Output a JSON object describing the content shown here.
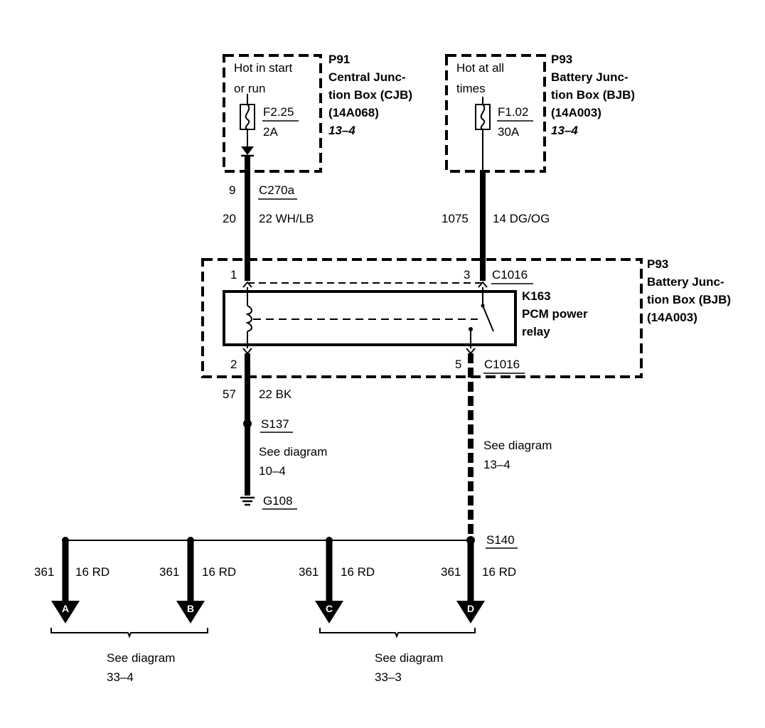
{
  "box_p91": {
    "id": "P91",
    "name_line1": "Central Junc-",
    "name_line2": "tion Box (CJB)",
    "part": "(14A068)",
    "ref": "13–4",
    "note_line1": "Hot in start",
    "note_line2": "or run",
    "fuse_id": "F2.25",
    "fuse_rating": "2A"
  },
  "box_p93_top": {
    "id": "P93",
    "name_line1": "Battery Junc-",
    "name_line2": "tion Box (BJB)",
    "part": "(14A003)",
    "ref": "13–4",
    "note_line1": "Hot at all",
    "note_line2": "times",
    "fuse_id": "F1.02",
    "fuse_rating": "30A"
  },
  "box_p93_relay": {
    "id": "P93",
    "name_line1": "Battery Junc-",
    "name_line2": "tion Box (BJB)",
    "part": "(14A003)"
  },
  "relay": {
    "id": "K163",
    "name_line1": "PCM power",
    "name_line2": "relay",
    "connector_top": "C1016",
    "connector_bottom": "C1016",
    "pin1": "1",
    "pin2": "2",
    "pin3": "3",
    "pin5": "5"
  },
  "wires": {
    "left_top": {
      "connector": "C270a",
      "pin": "9",
      "circuit": "20",
      "gauge_color": "22 WH/LB"
    },
    "right_top": {
      "circuit": "1075",
      "gauge_color": "14 DG/OG"
    },
    "left_bottom": {
      "circuit": "57",
      "gauge_color": "22 BK"
    },
    "branches": [
      {
        "circuit": "361",
        "gauge_color": "16 RD",
        "tag": "A"
      },
      {
        "circuit": "361",
        "gauge_color": "16 RD",
        "tag": "B"
      },
      {
        "circuit": "361",
        "gauge_color": "16 RD",
        "tag": "C"
      },
      {
        "circuit": "361",
        "gauge_color": "16 RD",
        "tag": "D"
      }
    ]
  },
  "splices": {
    "s137": "S137",
    "s140": "S140",
    "ground": "G108"
  },
  "see_diagrams": {
    "ground_line1": "See diagram",
    "ground_line2": "10–4",
    "right_line1": "See diagram",
    "right_line2": "13–4",
    "ab_line1": "See diagram",
    "ab_line2": "33–4",
    "cd_line1": "See diagram",
    "cd_line2": "33–3"
  }
}
